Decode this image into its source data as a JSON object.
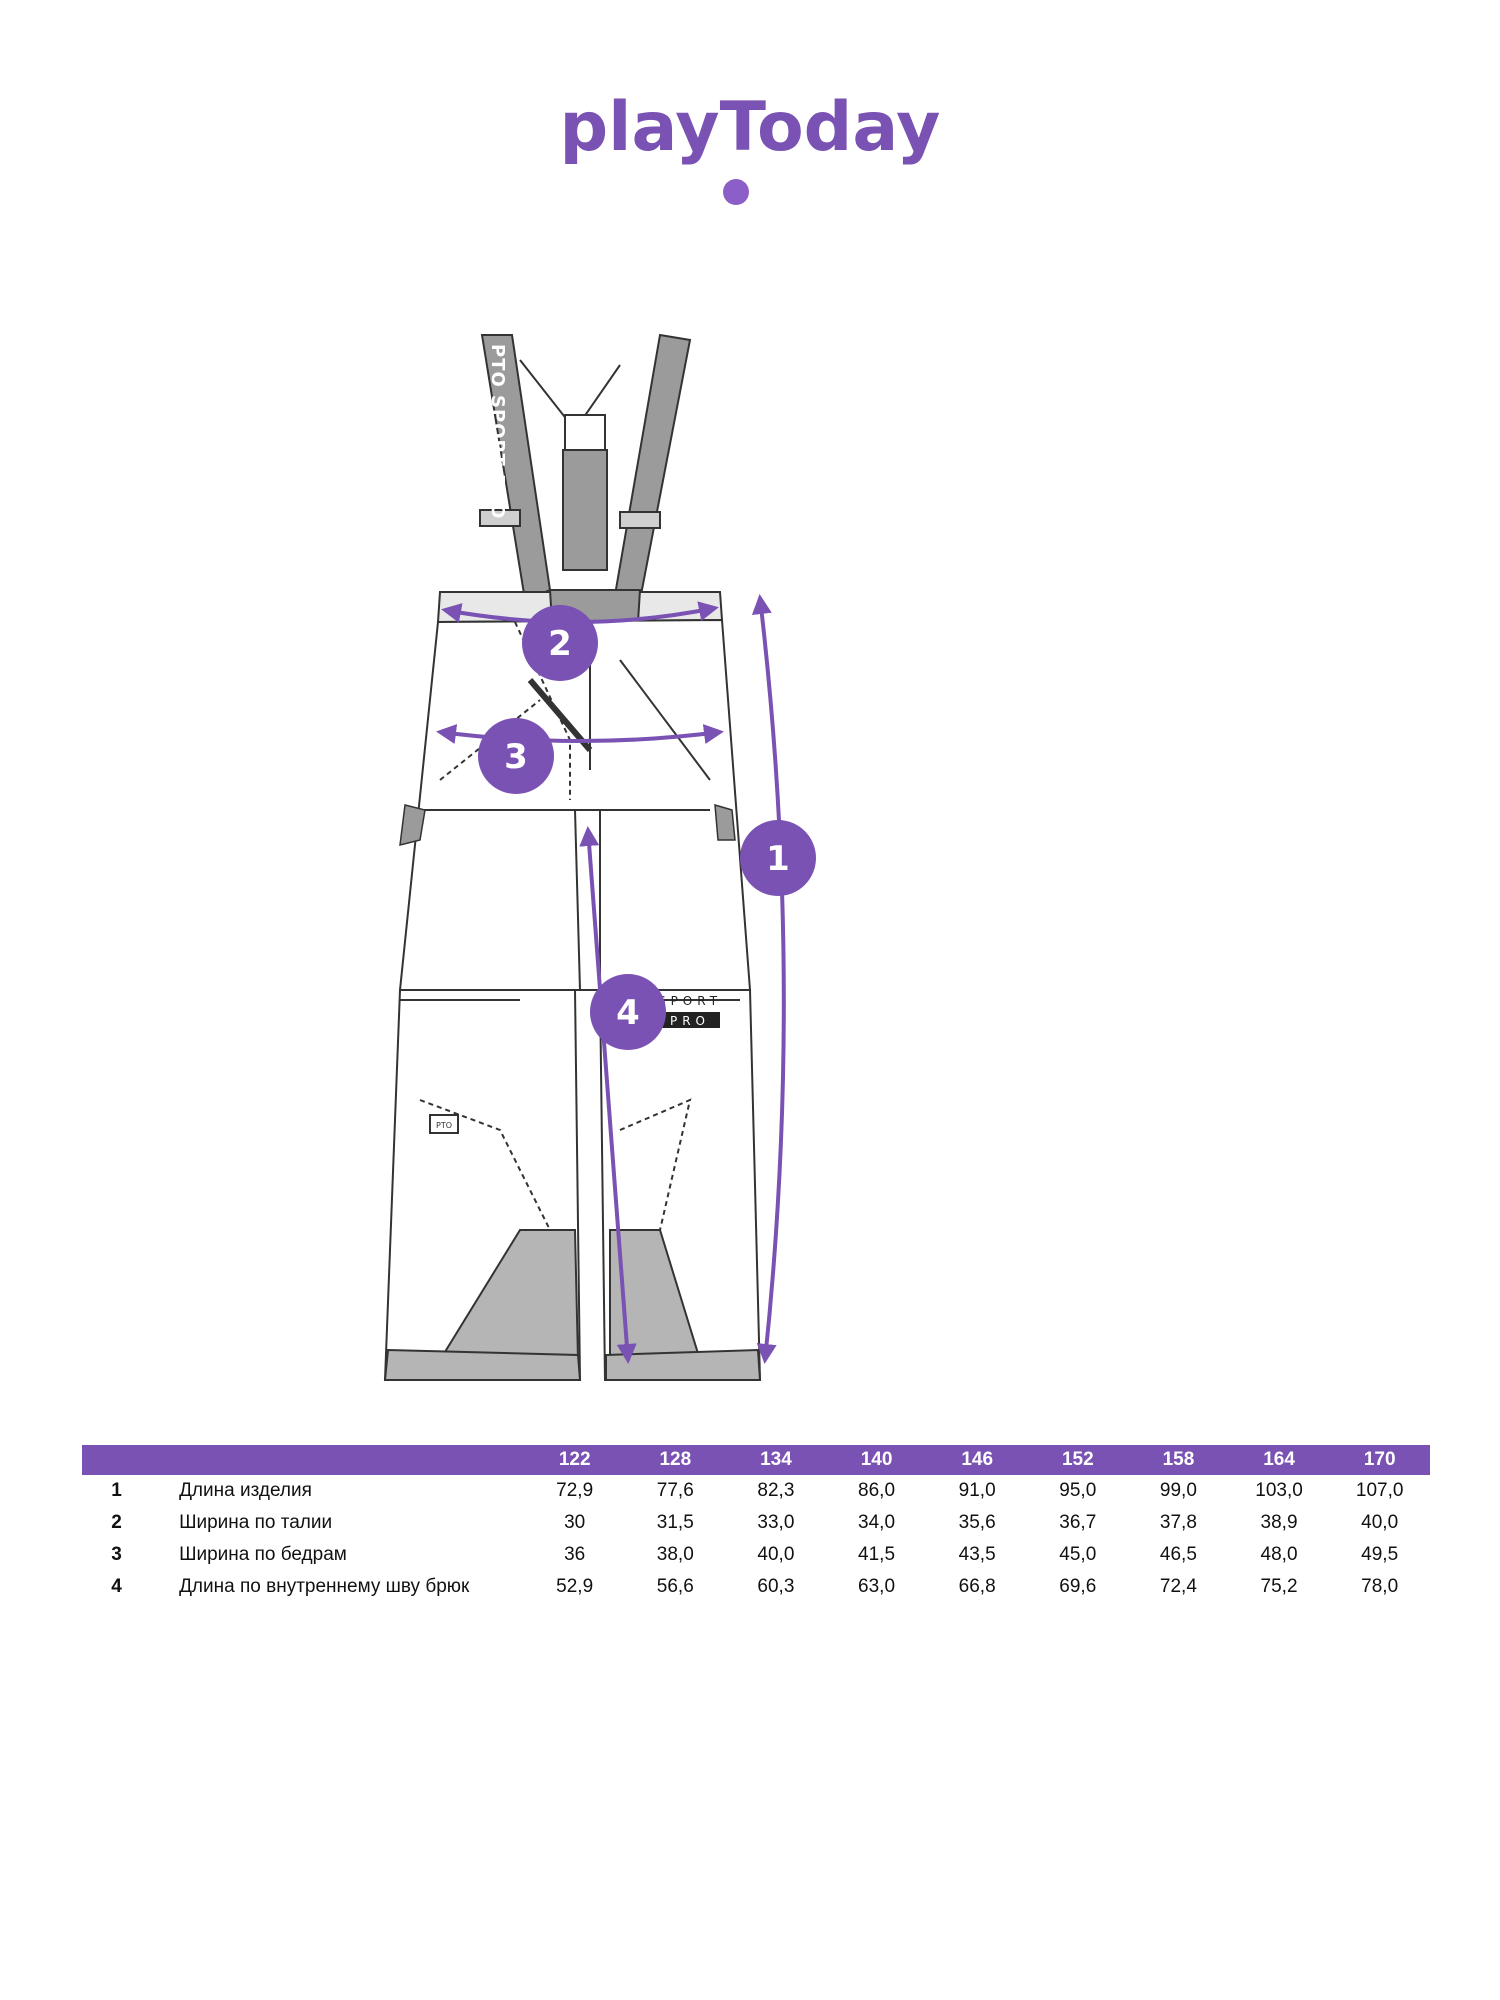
{
  "brand": {
    "logo_text": "playToday",
    "accent_color": "#7a52b3",
    "dot_color": "#8b5fc7"
  },
  "garment": {
    "strap_text": "PTO SPORT PRO",
    "badge_top": "SPORT",
    "badge_bottom": "PRO",
    "small_label": "PTO"
  },
  "markers": [
    "1",
    "2",
    "3",
    "4"
  ],
  "table": {
    "sizes": [
      "122",
      "128",
      "134",
      "140",
      "146",
      "152",
      "158",
      "164",
      "170"
    ],
    "rows": [
      {
        "num": "1",
        "name": "Длина изделия",
        "values": [
          "72,9",
          "77,6",
          "82,3",
          "86,0",
          "91,0",
          "95,0",
          "99,0",
          "103,0",
          "107,0"
        ]
      },
      {
        "num": "2",
        "name": "Ширина по талии",
        "values": [
          "30",
          "31,5",
          "33,0",
          "34,0",
          "35,6",
          "36,7",
          "37,8",
          "38,9",
          "40,0"
        ]
      },
      {
        "num": "3",
        "name": "Ширина по бедрам",
        "values": [
          "36",
          "38,0",
          "40,0",
          "41,5",
          "43,5",
          "45,0",
          "46,5",
          "48,0",
          "49,5"
        ]
      },
      {
        "num": "4",
        "name": "Длина по внутреннему шву брюк",
        "values": [
          "52,9",
          "56,6",
          "60,3",
          "63,0",
          "66,8",
          "69,6",
          "72,4",
          "75,2",
          "78,0"
        ]
      }
    ]
  }
}
